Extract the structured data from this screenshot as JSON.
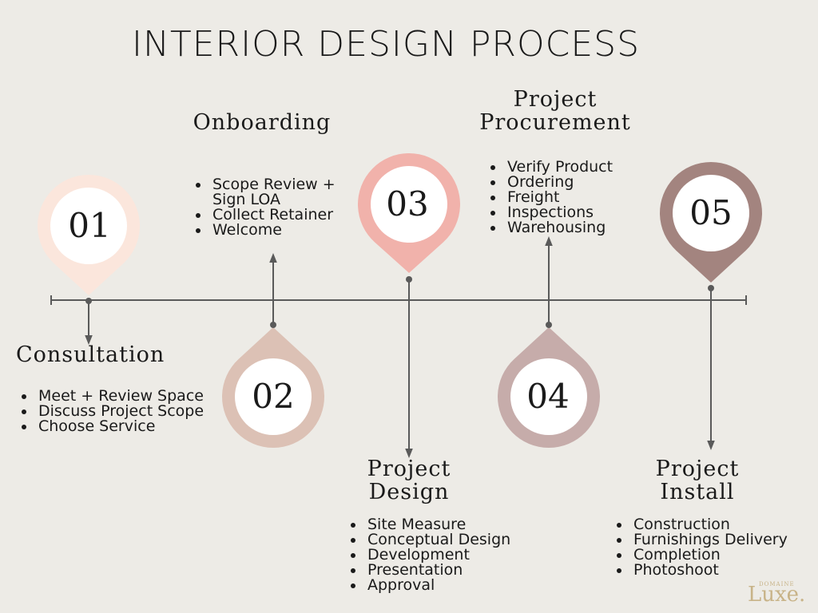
{
  "title": "INTERIOR DESIGN PROCESS",
  "steps": [
    {
      "number": "01",
      "heading": "Consultation",
      "color": "#fbe6dc",
      "items": [
        "Meet + Review Space",
        "Discuss Project Scope",
        "Choose Service"
      ]
    },
    {
      "number": "02",
      "heading": "Onboarding",
      "color": "#dcc1b5",
      "items": [
        "Scope Review + Sign LOA",
        "Collect Retainer",
        "Welcome"
      ]
    },
    {
      "number": "03",
      "heading": "Project Design",
      "color": "#f1b2ab",
      "items": [
        "Site Measure",
        "Conceptual Design",
        "Development",
        "Presentation",
        "Approval"
      ]
    },
    {
      "number": "04",
      "heading": "Project Procurement",
      "color": "#c6acaa",
      "items": [
        "Verify Product",
        "Ordering",
        "Freight",
        "Inspections",
        "Warehousing"
      ]
    },
    {
      "number": "05",
      "heading": "Project Install",
      "color": "#a3847f",
      "items": [
        "Construction",
        "Furnishings Delivery",
        "Completion",
        "Photoshoot"
      ]
    }
  ],
  "logo": {
    "small": "DOMAINE",
    "big": "Luxe."
  },
  "colors": {
    "line": "#5a5a5a",
    "background": "#edebe6",
    "circle": "#ffffff",
    "logo": "#c8b388"
  }
}
